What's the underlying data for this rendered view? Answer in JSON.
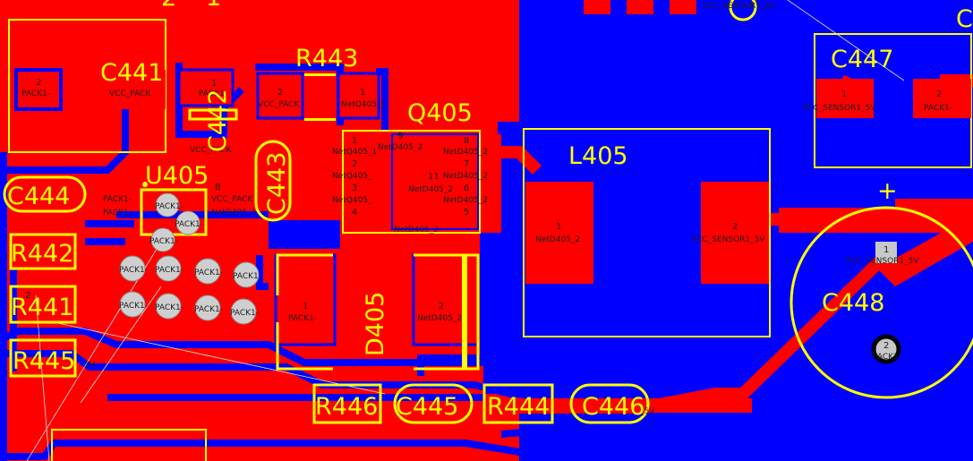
{
  "colors": {
    "top_copper": "#ff0000",
    "bottom_copper": "#0000ff",
    "silkscreen": "#ffff00",
    "via": "#c0c0c0",
    "pad_text": "#202020"
  },
  "components": {
    "c441": {
      "ref": "C441",
      "pad1": "2",
      "pad1_net": "PACK1-",
      "pad2_net": "VCC_PACK"
    },
    "c442": {
      "ref": "C442",
      "pad1": "1",
      "pad1_net": "PACK1-",
      "pad2_net": "VCC_PACK"
    },
    "r443": {
      "ref": "R443",
      "pad2": "2",
      "pad2_net": "VCC_PACK",
      "pad1": "1",
      "pad1_net": "NetQ405_1"
    },
    "q405": {
      "ref": "Q405",
      "pins": [
        "1",
        "2",
        "3",
        "4",
        "8",
        "7",
        "6",
        "5",
        "9",
        "11"
      ],
      "net_g": "NetQ405_1",
      "net_d": "NetD405_2",
      "net_s": "NetQ405_"
    },
    "l405": {
      "ref": "L405",
      "pad1": "1",
      "pad1_net": "NetD405_2",
      "pad2": "2",
      "pad2_net": "VCC_SENSOR1_5V"
    },
    "c447": {
      "ref": "C447",
      "pad1": "1",
      "pad1_net": "VCC_SENSOR1_5V",
      "pad2": "2",
      "pad2_net": "PACK1-"
    },
    "c448": {
      "ref": "C448",
      "pad1": "1",
      "pad1_net": "VCC_SENSOR1_5V",
      "pad2": "2",
      "pad2_net": "PACK1-",
      "polarity": "+"
    },
    "u405": {
      "ref": "U405",
      "pin": "8",
      "nets": [
        "PACK1-",
        "PACK1-",
        "VCC_PACK",
        "NetQ405_1"
      ]
    },
    "c443": {
      "ref": "C443"
    },
    "c444": {
      "ref": "C444"
    },
    "r442": {
      "ref": "R442"
    },
    "r441": {
      "ref": "R441",
      "pad": "2"
    },
    "r445": {
      "ref": "R445",
      "pad_net": "5V"
    },
    "d405": {
      "ref": "D405",
      "pad1": "1",
      "pad1_net": "PACK1-",
      "pad2": "2",
      "pad2_net": "NetD405_2"
    },
    "r446": {
      "ref": "R446"
    },
    "c445": {
      "ref": "C445"
    },
    "r444": {
      "ref": "R444"
    },
    "c446": {
      "ref": "C446",
      "pad_net": "_5V"
    }
  },
  "vias": {
    "net": "PACK1-"
  },
  "edge_labels": {
    "top_left_a": "2",
    "top_left_b": "1",
    "top_right": "C",
    "sensor_top": "VCC_SENSOR1_5V"
  }
}
